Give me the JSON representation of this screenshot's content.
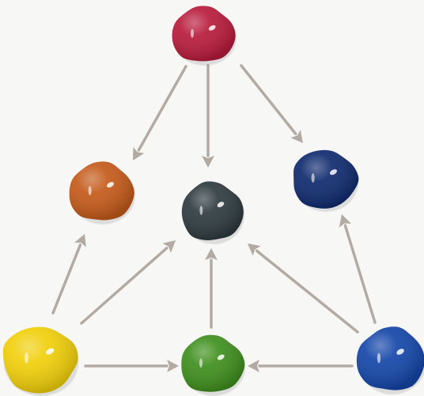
{
  "diagram": {
    "background": "#f7f7f6",
    "arrow_color": "#b3aba3",
    "blobs": [
      {
        "id": "red",
        "color": "#b81b3c"
      },
      {
        "id": "orange",
        "color": "#c45a1a"
      },
      {
        "id": "gray",
        "color": "#2e3a40"
      },
      {
        "id": "navy",
        "color": "#0f2a6e"
      },
      {
        "id": "yellow",
        "color": "#f1cf0a"
      },
      {
        "id": "green",
        "color": "#3f8f1e"
      },
      {
        "id": "blue",
        "color": "#1446a8"
      }
    ],
    "arrows": [
      {
        "from": "red",
        "to": "orange"
      },
      {
        "from": "red",
        "to": "gray"
      },
      {
        "from": "red",
        "to": "navy"
      },
      {
        "from": "yellow",
        "to": "orange"
      },
      {
        "from": "yellow",
        "to": "gray"
      },
      {
        "from": "yellow",
        "to": "green"
      },
      {
        "from": "green",
        "to": "gray"
      },
      {
        "from": "blue",
        "to": "green"
      },
      {
        "from": "blue",
        "to": "gray"
      },
      {
        "from": "blue",
        "to": "navy"
      }
    ]
  }
}
